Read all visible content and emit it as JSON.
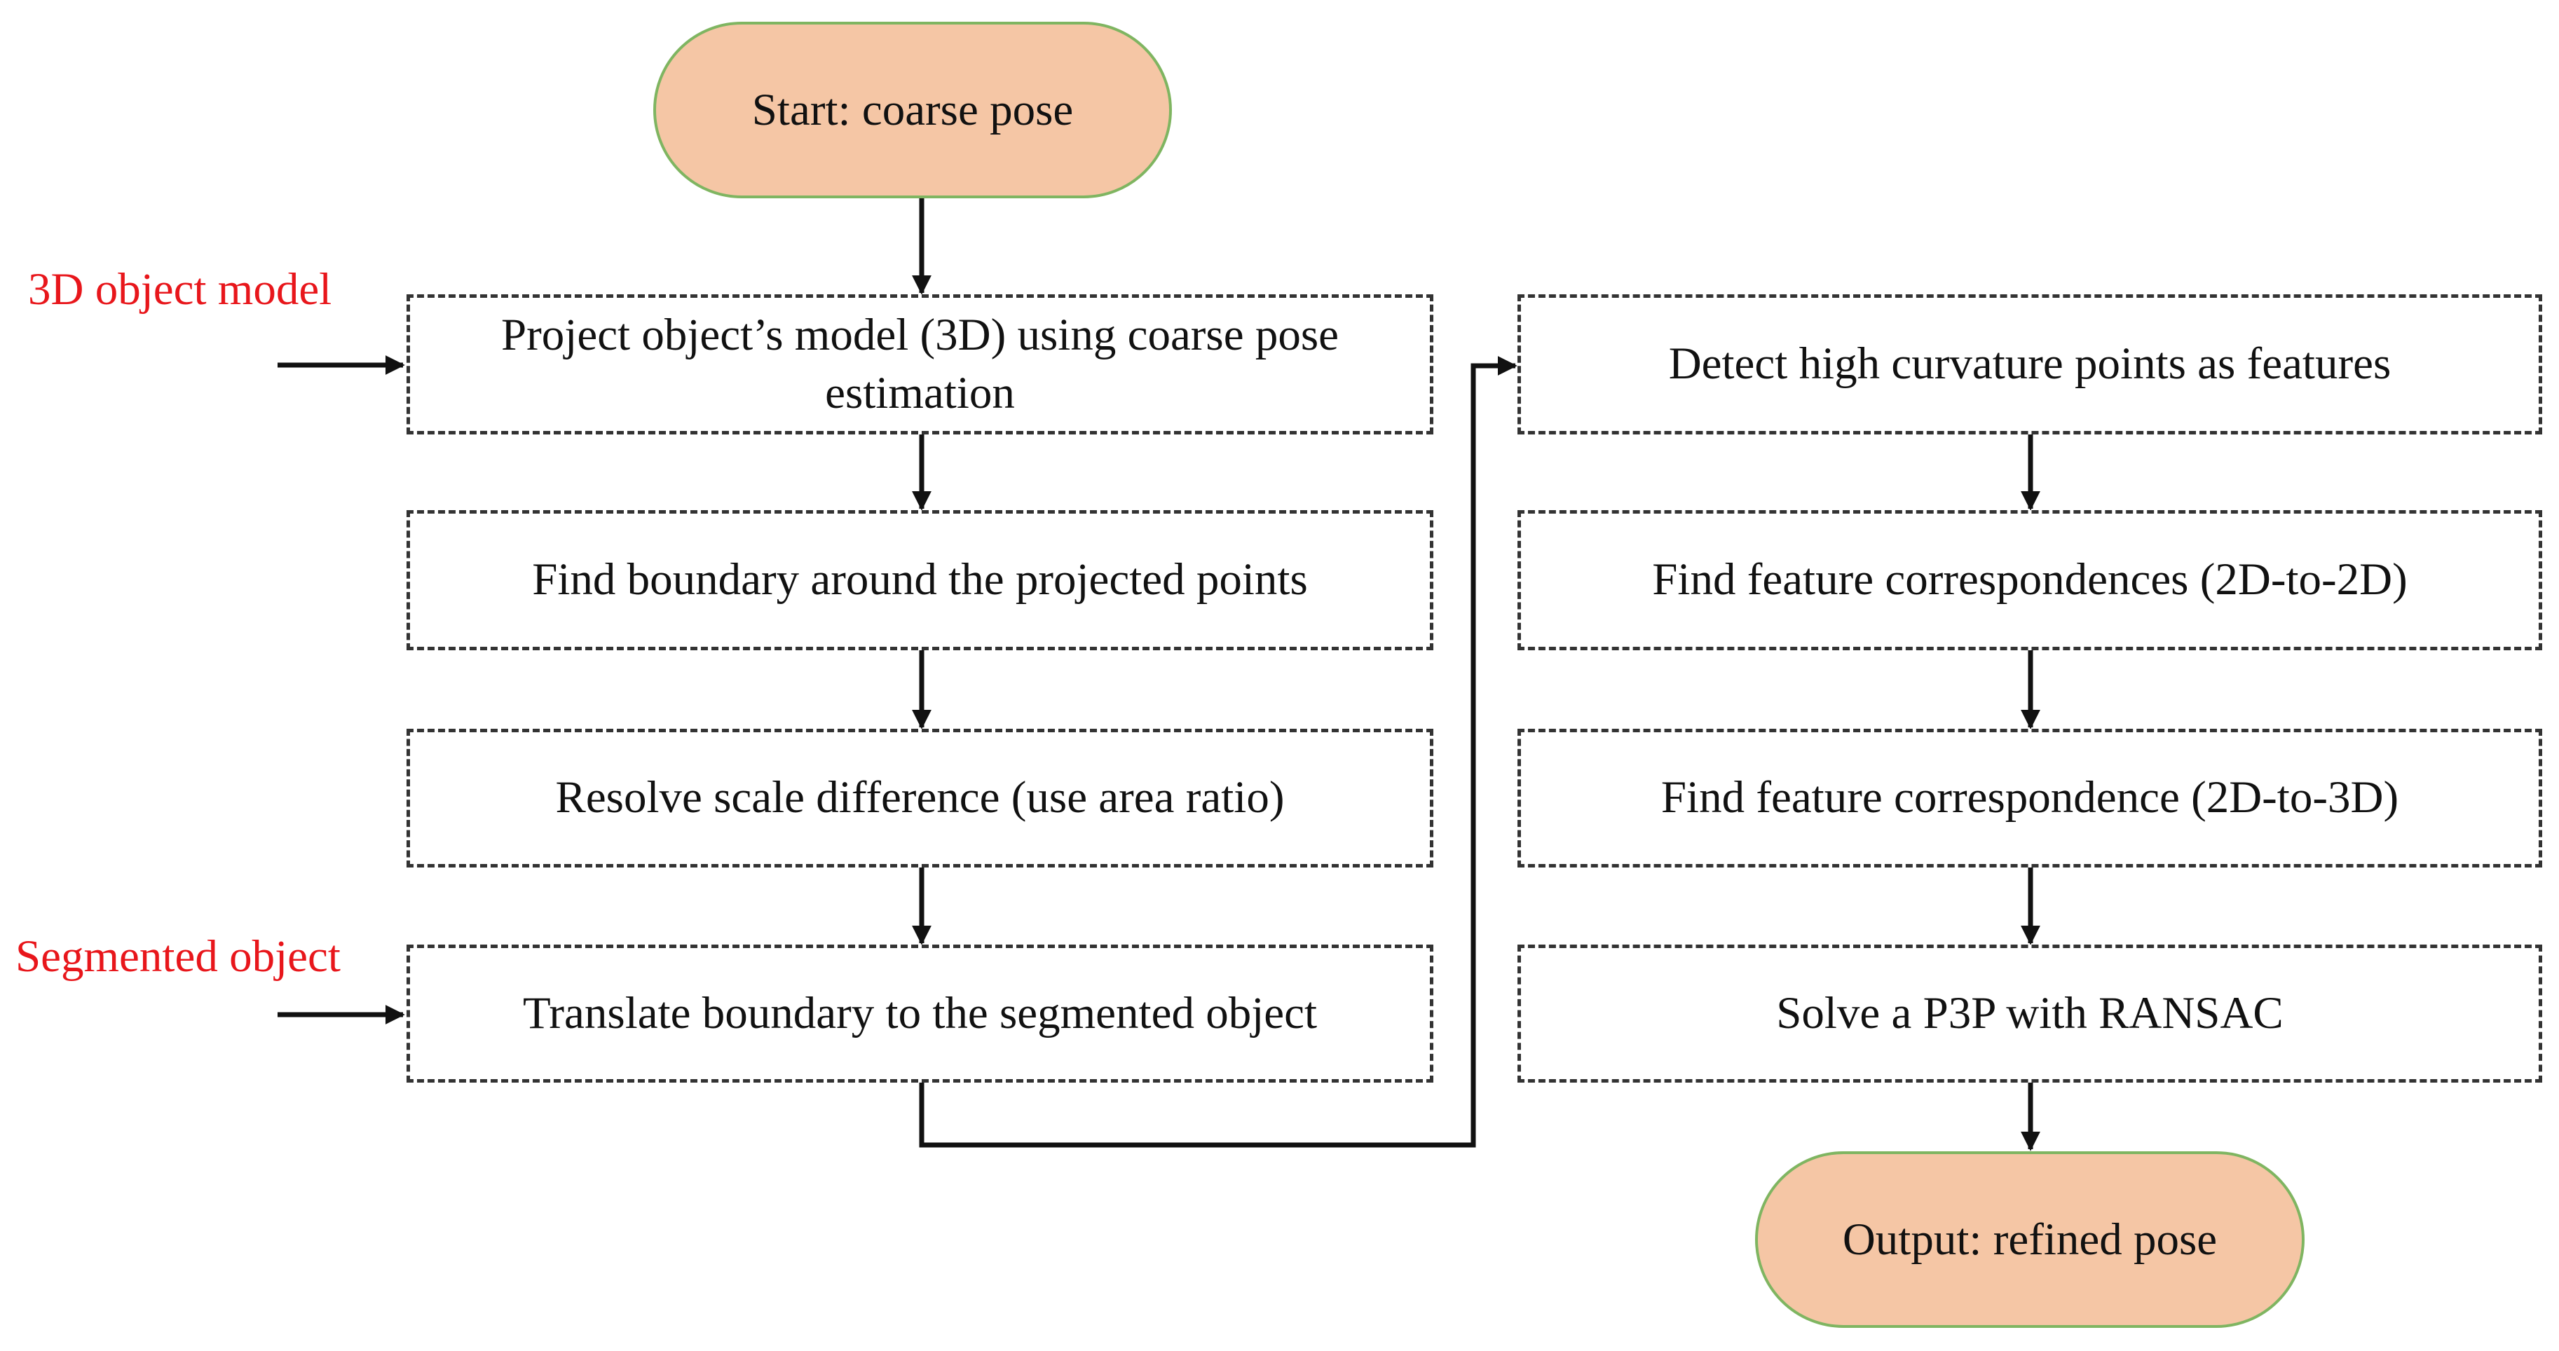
{
  "diagram": {
    "start": "Start: coarse pose",
    "left_steps": [
      "Project object’s model (3D) using coarse pose estimation",
      "Find boundary around the projected points",
      "Resolve scale difference (use area ratio)",
      "Translate boundary to the segmented object"
    ],
    "right_steps": [
      "Detect high curvature points as features",
      "Find feature correspondences (2D-to-2D)",
      "Find feature correspondence (2D-to-3D)",
      "Solve a P3P with RANSAC"
    ],
    "output": "Output: refined pose",
    "inputs": {
      "model": "3D object model",
      "segmented": "Segmented object"
    },
    "colors": {
      "terminal_fill": "#f5c6a5",
      "terminal_border": "#7fb561",
      "input_label": "#e8161b",
      "box_border": "#333333",
      "arrow": "#111111"
    }
  }
}
